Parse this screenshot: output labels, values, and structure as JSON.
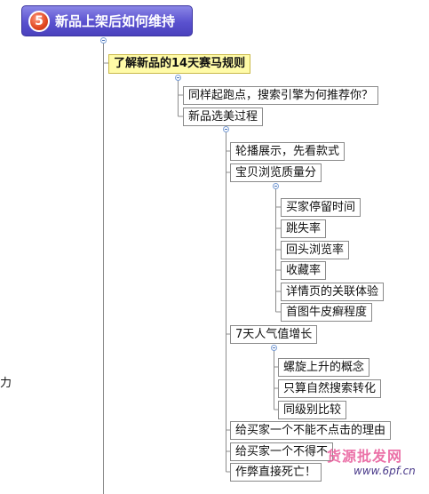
{
  "root": {
    "badge": "5",
    "title": "新品上架后如何维持"
  },
  "main_topic": "了解新品的14天赛马规则",
  "level1": [
    "同样起跑点，搜索引擎为何推荐你？",
    "新品选美过程"
  ],
  "level2": [
    "轮播展示，先看款式",
    "宝贝浏览质量分",
    "7天人气值增长",
    "给买家一个不能不点击的理由",
    "给买家一个不得不",
    "作弊直接死亡！"
  ],
  "browse_quality_children": [
    "买家停留时间",
    "跳失率",
    "回头浏览率",
    "收藏率",
    "详情页的关联体验",
    "首图牛皮癣程度"
  ],
  "popularity_children": [
    "螺旋上升的概念",
    "只算自然搜索转化",
    "同级别比较"
  ],
  "left_edge_text": "力",
  "watermark": {
    "text": "货源批发网",
    "url": "www.6pf.cn"
  }
}
